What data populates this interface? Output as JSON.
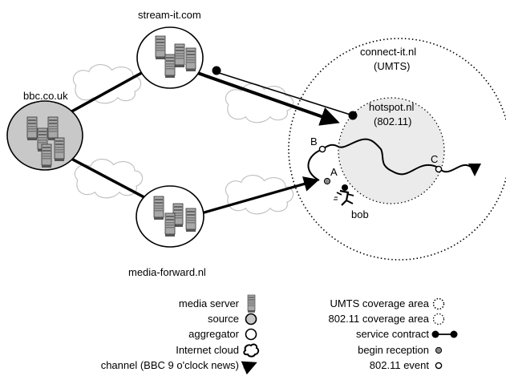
{
  "nodes": {
    "source_label": "bbc.co.uk",
    "aggregator_top_label": "stream-it.com",
    "aggregator_bottom_label": "media-forward.nl"
  },
  "areas": {
    "umts_label_1": "connect-it.nl",
    "umts_label_2": "(UMTS)",
    "wifi_label_1": "hotspot.nl",
    "wifi_label_2": "(802.11)"
  },
  "events": {
    "a": "A",
    "b": "B",
    "c": "C",
    "person": "bob"
  },
  "legend": {
    "media_server": "media server",
    "source": "source",
    "aggregator": "aggregator",
    "internet_cloud": "Internet cloud",
    "channel": "channel (BBC 9 o'clock news)",
    "umts_area": "UMTS coverage area",
    "wifi_area": "802.11 coverage area",
    "service_contract": "service contract",
    "begin_reception": "begin reception",
    "wifi_event": "802.11 event"
  },
  "colors": {
    "source_fill": "#c8c8c8",
    "aggregator_fill": "#ffffff",
    "hotspot_fill": "#ebebeb",
    "server_body": "#a0a0a0",
    "begin_reception": "#8a8a8a",
    "stroke": "#000000"
  }
}
